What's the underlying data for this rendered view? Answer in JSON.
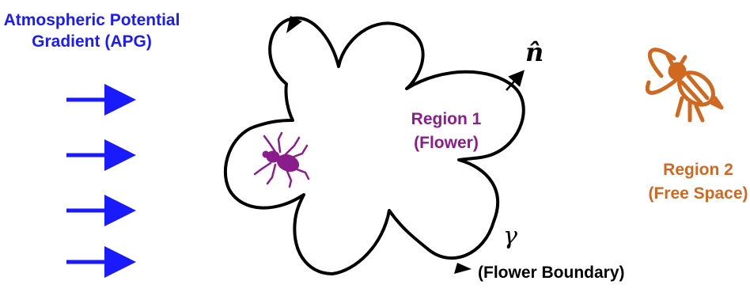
{
  "apg": {
    "line1": "Atmospheric Potential",
    "line2": "Gradient (APG)",
    "color": "#1a1aff",
    "arrow_count": 4
  },
  "region1": {
    "line1": "Region 1",
    "line2": "(Flower)",
    "color": "#8b1c8b"
  },
  "region2": {
    "line1": "Region 2",
    "line2": "(Free Space)",
    "color": "#d06820"
  },
  "boundary": {
    "symbol": "γ",
    "label": "(Flower Boundary)"
  },
  "normal": {
    "symbol": "n̂"
  },
  "icons": {
    "spider": "spider-icon",
    "bee": "bee-icon"
  }
}
